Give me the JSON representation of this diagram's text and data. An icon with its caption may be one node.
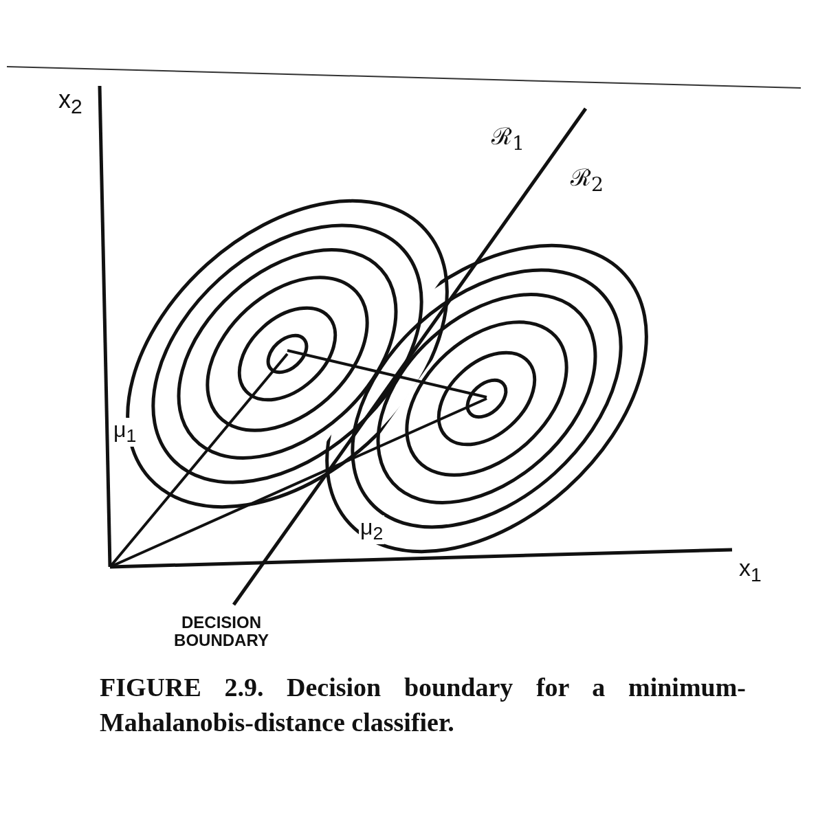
{
  "diagram": {
    "caption": "FIGURE 2.9. Decision boundary for a minimum-Mahalanobis-distance classifier.",
    "labels": [
      "x$_{2}$",
      "ℛ$_{1}$",
      "ℛ$_{2}$",
      "μ$_{1}$",
      "μ$_{2}$",
      "x$_{1}$",
      "DECISION BOUNDARY"
    ]
  }
}
